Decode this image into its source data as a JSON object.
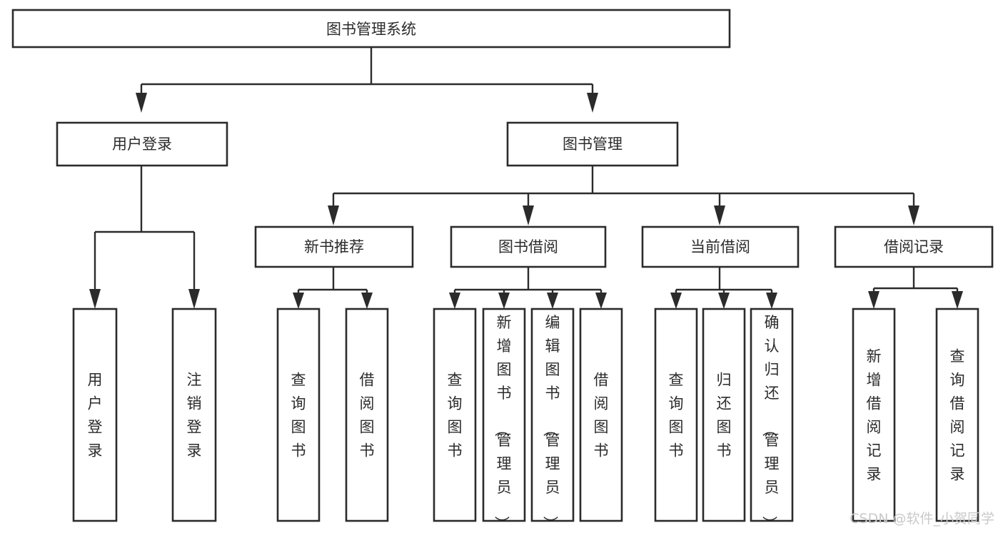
{
  "diagram": {
    "title": "图书管理系统",
    "type": "tree",
    "levels": {
      "root": {
        "label": "图书管理系统"
      },
      "level2": [
        {
          "id": "user-login",
          "label": "用户登录"
        },
        {
          "id": "book-manage",
          "label": "图书管理"
        }
      ],
      "level3": [
        {
          "id": "new-book-recommend",
          "label": "新书推荐",
          "parent": "book-manage"
        },
        {
          "id": "book-borrow",
          "label": "图书借阅",
          "parent": "book-manage"
        },
        {
          "id": "current-borrow",
          "label": "当前借阅",
          "parent": "book-manage"
        },
        {
          "id": "borrow-record",
          "label": "借阅记录",
          "parent": "book-manage"
        }
      ],
      "leaves": [
        {
          "id": "leaf-user-login",
          "label": "用户登录",
          "parent": "user-login"
        },
        {
          "id": "leaf-logout",
          "label": "注销登录",
          "parent": "user-login"
        },
        {
          "id": "leaf-query-book-1",
          "label": "查询图书",
          "parent": "new-book-recommend"
        },
        {
          "id": "leaf-borrow-book-1",
          "label": "借阅图书",
          "parent": "new-book-recommend"
        },
        {
          "id": "leaf-query-book-2",
          "label": "查询图书",
          "parent": "book-borrow"
        },
        {
          "id": "leaf-add-book",
          "label": "新增图书（管理员）",
          "parent": "book-borrow"
        },
        {
          "id": "leaf-edit-book",
          "label": "编辑图书（管理员）",
          "parent": "book-borrow"
        },
        {
          "id": "leaf-borrow-book-2",
          "label": "借阅图书",
          "parent": "book-borrow"
        },
        {
          "id": "leaf-query-book-3",
          "label": "查询图书",
          "parent": "current-borrow"
        },
        {
          "id": "leaf-return-book",
          "label": "归还图书",
          "parent": "current-borrow"
        },
        {
          "id": "leaf-confirm-return",
          "label": "确认归还（管理员）",
          "parent": "current-borrow"
        },
        {
          "id": "leaf-add-record",
          "label": "新增借阅记录",
          "parent": "borrow-record"
        },
        {
          "id": "leaf-query-record",
          "label": "查询借阅记录",
          "parent": "borrow-record"
        }
      ]
    }
  },
  "watermark": {
    "text": "CSDN @软件_小贺同学"
  },
  "colors": {
    "stroke": "#2b2b2b",
    "fill": "#ffffff",
    "watermark": "#c9c9c9",
    "background": "#ffffff"
  }
}
